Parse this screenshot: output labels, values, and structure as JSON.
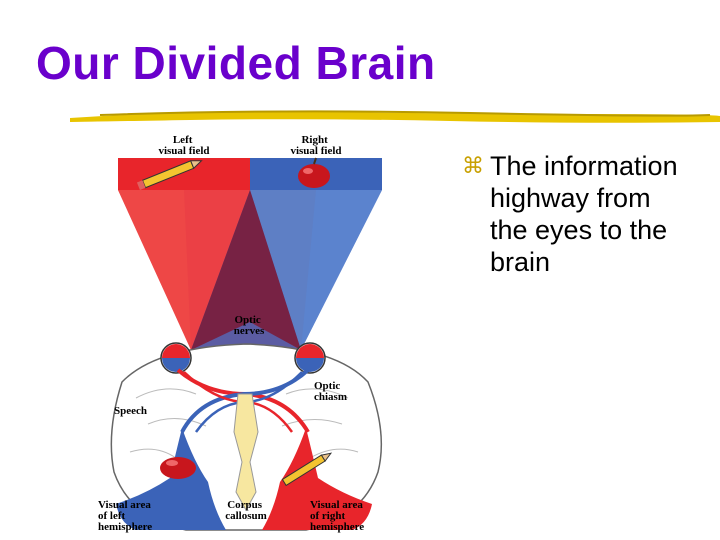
{
  "slide": {
    "title": "Our Divided Brain",
    "bullets": [
      {
        "glyph": "⌘",
        "lines": [
          "The information",
          "highway from",
          "the eyes to the",
          "brain"
        ]
      }
    ]
  },
  "diagram": {
    "labels": {
      "left_field": [
        "Left",
        "visual field"
      ],
      "right_field": [
        "Right",
        "visual field"
      ],
      "optic_nerves": [
        "Optic",
        "nerves"
      ],
      "optic_chiasm": [
        "Optic",
        "chiasm"
      ],
      "speech": "Speech",
      "visual_area_left": [
        "Visual area",
        "of left",
        "hemisphere"
      ],
      "corpus_callosum": [
        "Corpus",
        "callosum"
      ],
      "visual_area_right": [
        "Visual area",
        "of right",
        "hemisphere"
      ]
    },
    "colors": {
      "left_field": "#e8252b",
      "right_field": "#3b63b8",
      "overlap": "#7a1c3a",
      "title": "#6a00cc",
      "underline": "#e8c400"
    }
  }
}
